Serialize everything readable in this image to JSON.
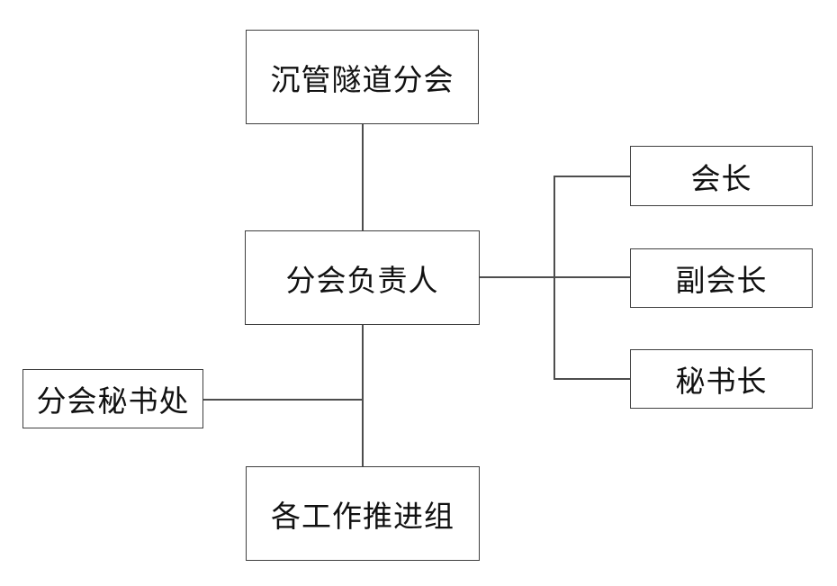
{
  "diagram": {
    "nodes": {
      "root": {
        "label": "沉管隧道分会"
      },
      "leader": {
        "label": "分会负责人"
      },
      "president": {
        "label": "会长"
      },
      "vice_president": {
        "label": "副会长"
      },
      "secretary_general": {
        "label": "秘书长"
      },
      "secretariat": {
        "label": "分会秘书处"
      },
      "work_groups": {
        "label": "各工作推进组"
      }
    },
    "colors": {
      "background": "#ffffff",
      "box_border": "#3f3f3f",
      "connector_line": "#4d4d4d",
      "text": "#111111"
    }
  }
}
